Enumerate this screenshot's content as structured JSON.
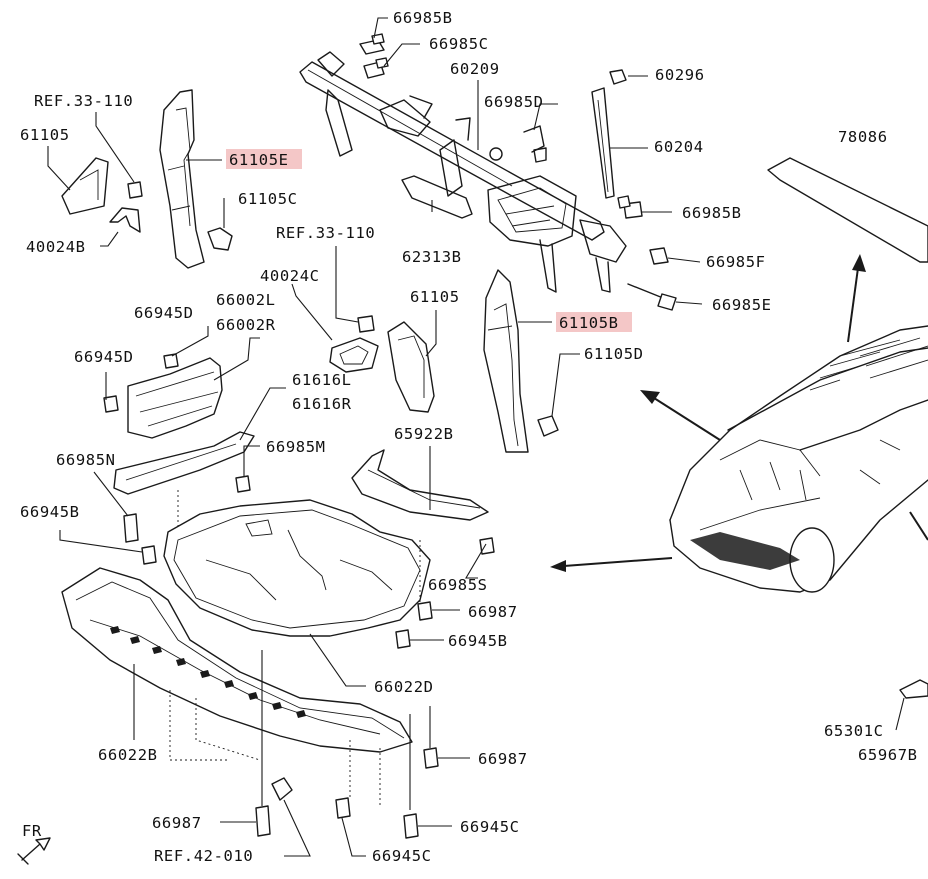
{
  "diagram": {
    "highlight_color": "#f4c7c7",
    "labels": {
      "p66985b_top": "66985B",
      "p66985c_top": "66985C",
      "p60209": "60209",
      "p60296": "60296",
      "p66985d": "66985D",
      "p60204": "60204",
      "p78086": "78086",
      "ref33_110_a": "REF.33-110",
      "p61105_left": "61105",
      "p61105e": "61105E",
      "p61105c": "61105C",
      "p40024b": "40024B",
      "ref33_110_b": "REF.33-110",
      "p62313b": "62313B",
      "p66985b_mid": "66985B",
      "p66985f": "66985F",
      "p40024c": "40024C",
      "p61105_mid": "61105",
      "p66985e": "66985E",
      "p66945d_a": "66945D",
      "p66002l": "66002L",
      "p66002r": "66002R",
      "p61105b": "61105B",
      "p61105d": "61105D",
      "p66945d_b": "66945D",
      "p61616l": "61616L",
      "p61616r": "61616R",
      "p65922b": "65922B",
      "p66985n": "66985N",
      "p66985m": "66985M",
      "p66945b_left": "66945B",
      "p66985s": "66985S",
      "p66987_mid": "66987",
      "p66945b_mid": "66945B",
      "p66022d": "66022D",
      "p65301c": "65301C",
      "p65967b": "65967B",
      "p66022b": "66022B",
      "p66987_right": "66987",
      "p66987_bottom": "66987",
      "p66945c_a": "66945C",
      "ref42_010": "REF.42-010",
      "p66945c_b": "66945C",
      "fr": "FR"
    }
  }
}
